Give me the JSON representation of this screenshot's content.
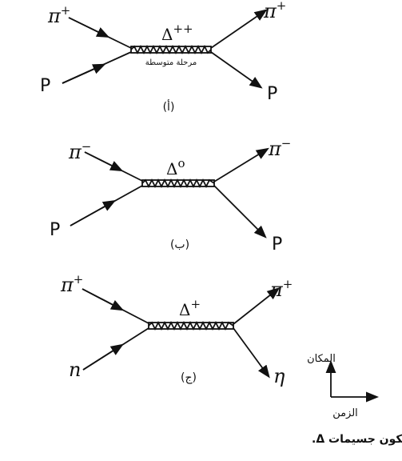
{
  "panels": [
    {
      "tag": "(أ)",
      "in_top": {
        "base": "π",
        "sup": "+"
      },
      "in_bottom": {
        "base": "P",
        "sup": ""
      },
      "resonance": {
        "base": "Δ",
        "sup": "++"
      },
      "out_top": {
        "base": "π",
        "sup": "+"
      },
      "out_bottom": {
        "base": "P",
        "sup": ""
      },
      "note": "مرحلة متوسطة"
    },
    {
      "tag": "(ب)",
      "in_top": {
        "base": "π",
        "sup": "−"
      },
      "in_bottom": {
        "base": "P",
        "sup": ""
      },
      "resonance": {
        "base": "Δ",
        "sup": "o"
      },
      "out_top": {
        "base": "π",
        "sup": "−"
      },
      "out_bottom": {
        "base": "P",
        "sup": ""
      },
      "note": ""
    },
    {
      "tag": "(ج)",
      "in_top": {
        "base": "π",
        "sup": "+"
      },
      "in_bottom": {
        "base": "n",
        "sup": ""
      },
      "resonance": {
        "base": "Δ",
        "sup": "+"
      },
      "out_top": {
        "base": "π",
        "sup": "+"
      },
      "out_bottom": {
        "base": "η",
        "sup": ""
      },
      "note": ""
    }
  ],
  "axes": {
    "space_label": "المكان",
    "time_label": "الزمن"
  },
  "caption": "تشتت البايونات عن النيوكليونات وتكون جسيمات Δ."
}
